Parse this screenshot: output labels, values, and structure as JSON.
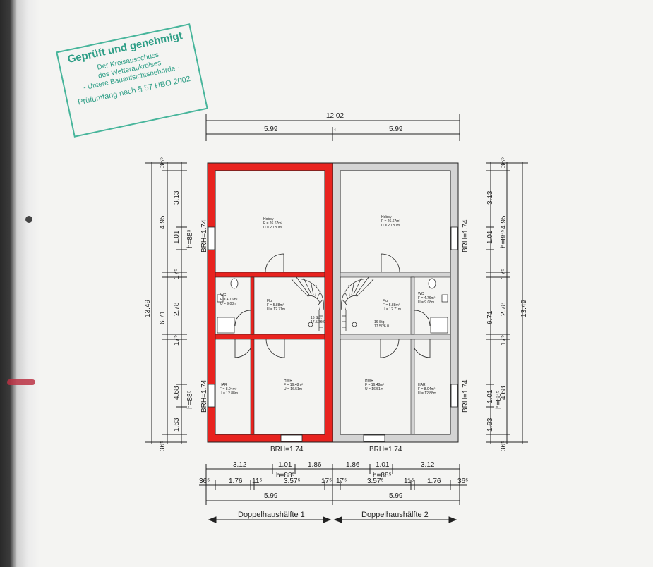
{
  "stamp": {
    "title": "Geprüft und genehmigt",
    "line1": "Der Kreisausschuss",
    "line2": "des Wetteraukreises",
    "line3": "- Untere Bauaufsichtsbehörde -",
    "line4": "Prüfumfang nach § 57 HBO 2002"
  },
  "dims": {
    "total_width": "12.02",
    "half_left": "5.99",
    "half_right": "5.99",
    "wall_mid": "4",
    "left_vertical": [
      "36⁵",
      "3.13",
      "4.95",
      "1.01",
      "h=88⁵",
      "17⁵",
      "2.78",
      "6.71",
      "17⁵",
      "4.68",
      "1.01",
      "h=88⁵",
      "1.63",
      "36⁵"
    ],
    "total_height": "13.49",
    "brh": "BRH=1.74",
    "bottom_row1": [
      "3.12",
      "1.01",
      "1.86",
      "1.86",
      "1.01",
      "3.12"
    ],
    "bottom_h": "h=88⁵",
    "bottom_row2": [
      "36⁵",
      "1.76",
      "11⁵",
      "3.57⁵",
      "17⁵",
      "17⁵",
      "3.57⁵",
      "11⁵",
      "1.76",
      "36⁵"
    ],
    "bottom_total_left": "5.99",
    "bottom_total_right": "5.99"
  },
  "rooms": {
    "hobby_left": [
      "Hobby",
      "F = 26.67m²",
      "U = 20.80m"
    ],
    "hobby_right": [
      "Hobby",
      "F = 26.67m²",
      "U = 20.80m"
    ],
    "wc_left": [
      "WC",
      "F = 4.76m²",
      "U = 9.08m"
    ],
    "wc_right": [
      "WC",
      "F = 4.76m²",
      "U = 9.08m"
    ],
    "flur_left": [
      "Flur",
      "F = 5.88m²",
      "U = 12.71m"
    ],
    "flur_right": [
      "Flur",
      "F = 5.88m²",
      "U = 12.71m"
    ],
    "stg_left": [
      "16 Stg.",
      "17.5/26.0"
    ],
    "stg_right": [
      "16 Stg.",
      "17.5/26.0"
    ],
    "hwr_left": [
      "HWR",
      "F = 16.48m²",
      "U = 16.51m"
    ],
    "hwr_right": [
      "HWR",
      "F = 16.48m²",
      "U = 16.51m"
    ],
    "har_left": [
      "HAR",
      "F = 8.04m²",
      "U = 12.88m"
    ],
    "har_right": [
      "HAR",
      "F = 8.04m²",
      "U = 12.88m"
    ]
  },
  "labels": {
    "half1": "Doppelhaushälfte 1",
    "half2": "Doppelhaushälfte 2"
  },
  "colors": {
    "left_wall": "#e8231f",
    "right_wall": "#d4d4d4",
    "stamp": "#2e9e86"
  }
}
